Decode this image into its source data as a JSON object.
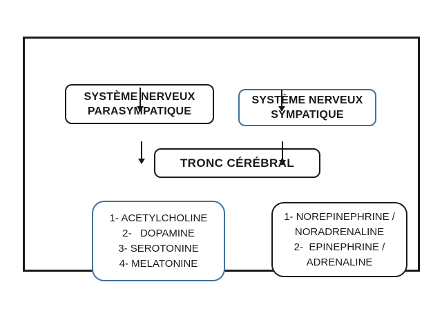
{
  "diagram": {
    "type": "flowchart",
    "nodes": {
      "parasympathetic": {
        "line1": "SYSTÈME NERVEUX",
        "line2": "PARASYMPATIQUE"
      },
      "sympathetic": {
        "line1": "SYSTÈME NERVEUX",
        "line2": "SYMPATIQUE"
      },
      "brainstem": {
        "label": "TRONC CÉRÉBRAL"
      },
      "parasympathetic_transmitters": {
        "lines": [
          "1- ACETYLCHOLINE",
          "2-   DOPAMINE",
          "3- SEROTONINE",
          "4- MELATONINE"
        ]
      },
      "sympathetic_transmitters": {
        "lines": [
          "1- NOREPINEPHRINE /",
          "NORADRENALINE",
          "2-  EPINEPHRINE /",
          "ADRENALINE"
        ]
      }
    },
    "edges": [
      {
        "from": "parasympathetic",
        "to": "brainstem"
      },
      {
        "from": "sympathetic",
        "to": "brainstem"
      },
      {
        "from": "brainstem",
        "to": "parasympathetic_transmitters"
      },
      {
        "from": "brainstem",
        "to": "sympathetic_transmitters"
      }
    ],
    "colors": {
      "background": "#ffffff",
      "border_black": "#1a1a1a",
      "border_blue": "#41719c",
      "text": "#1a1a1a"
    }
  }
}
